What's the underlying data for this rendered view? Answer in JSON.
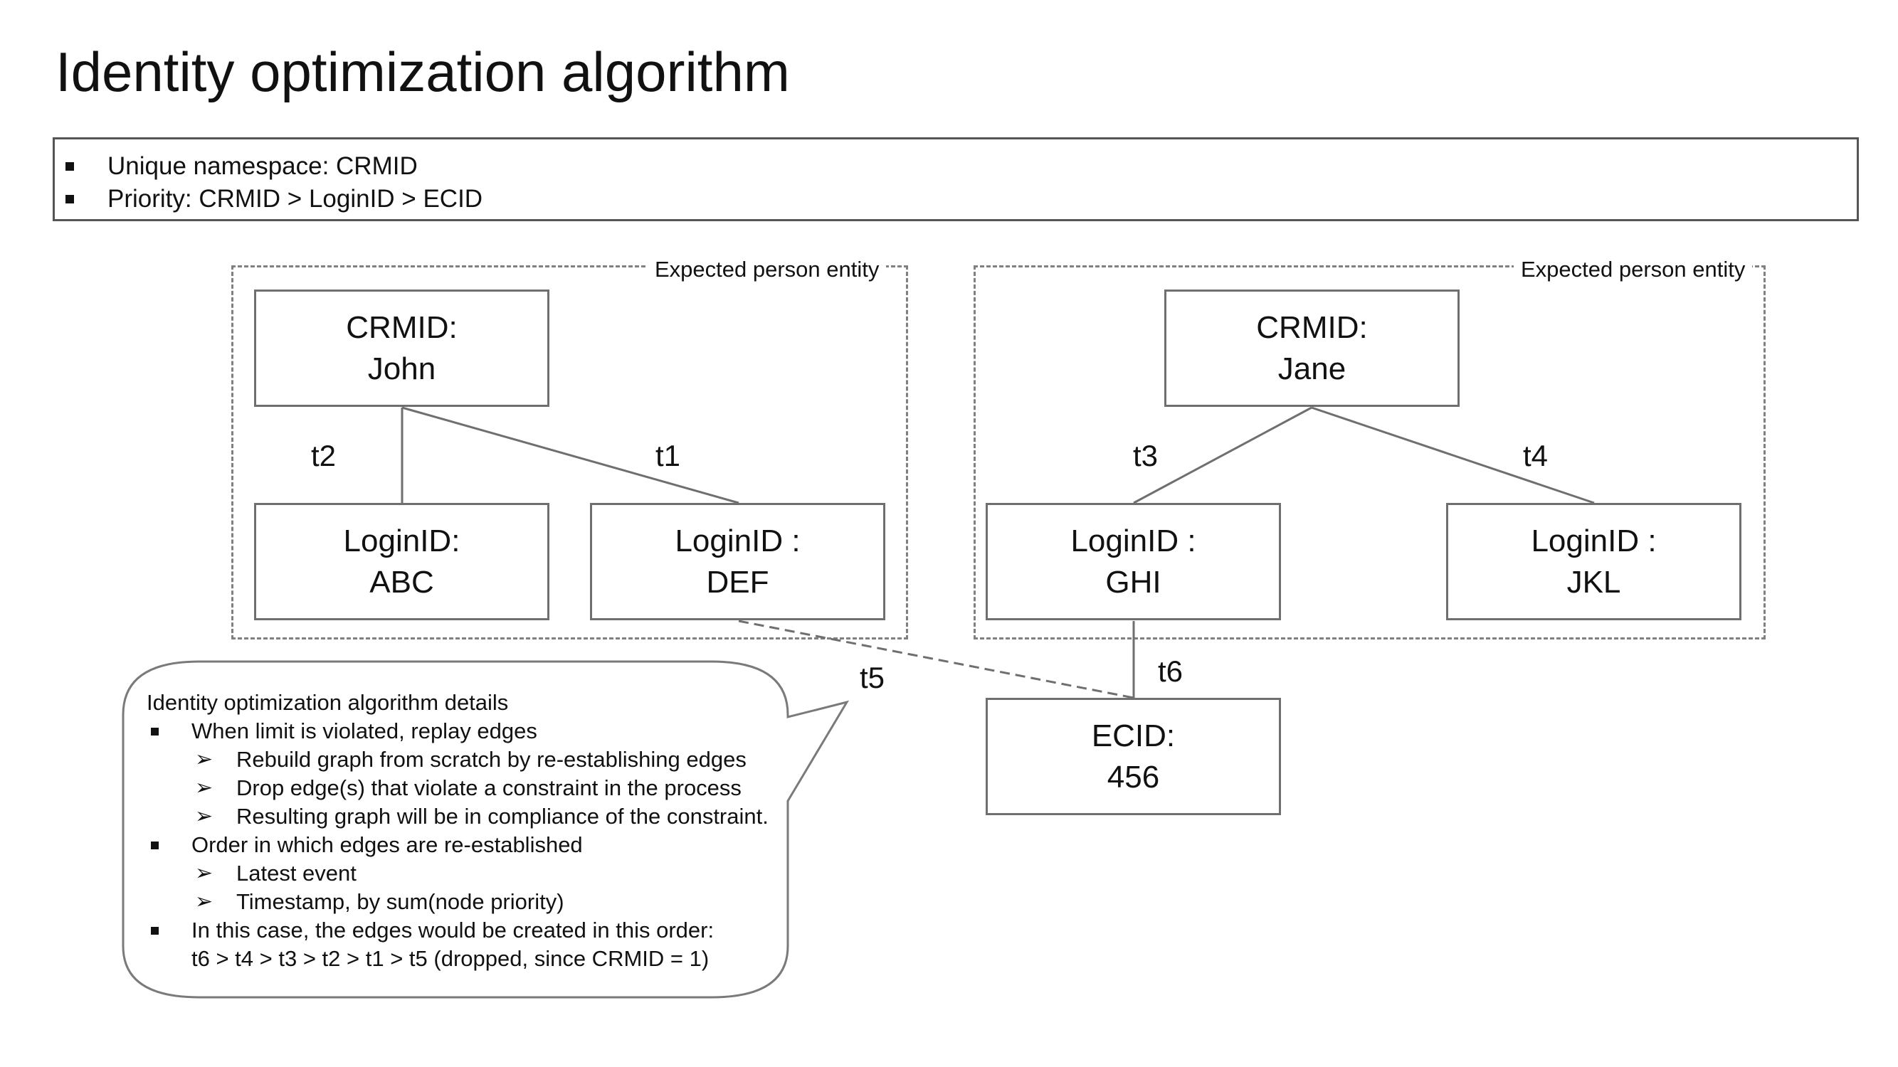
{
  "title": "Identity optimization algorithm",
  "rules": [
    "Unique namespace: CRMID",
    "Priority: CRMID > LoginID > ECID"
  ],
  "group_label": "Expected person entity",
  "nodes": {
    "john": {
      "line1": "CRMID:",
      "line2": "John"
    },
    "abc": {
      "line1": "LoginID:",
      "line2": "ABC"
    },
    "def": {
      "line1": "LoginID :",
      "line2": "DEF"
    },
    "jane": {
      "line1": "CRMID:",
      "line2": "Jane"
    },
    "ghi": {
      "line1": "LoginID :",
      "line2": "GHI"
    },
    "jkl": {
      "line1": "LoginID :",
      "line2": "JKL"
    },
    "ecid": {
      "line1": "ECID:",
      "line2": "456"
    }
  },
  "edges": {
    "t1": "t1",
    "t2": "t2",
    "t3": "t3",
    "t4": "t4",
    "t5": "t5",
    "t6": "t6"
  },
  "callout": {
    "heading": "Identity optimization algorithm details",
    "b1": "When limit is violated, replay edges",
    "b1_s1": "Rebuild graph from scratch by re-establishing edges",
    "b1_s2": "Drop edge(s) that violate a constraint in the process",
    "b1_s3": "Resulting graph will be in compliance of the constraint.",
    "b2": "Order in which edges are re-established",
    "b2_s1": "Latest event",
    "b2_s2": "Timestamp, by sum(node priority)",
    "b3": "In this case, the edges would be created in this order:",
    "b3_cont": "t6 > t4 > t3 > t2 > t1 > t5 (dropped, since CRMID = 1)"
  },
  "colors": {
    "line": "#6f6f6f",
    "dashed": "#808080",
    "text": "#111111"
  }
}
